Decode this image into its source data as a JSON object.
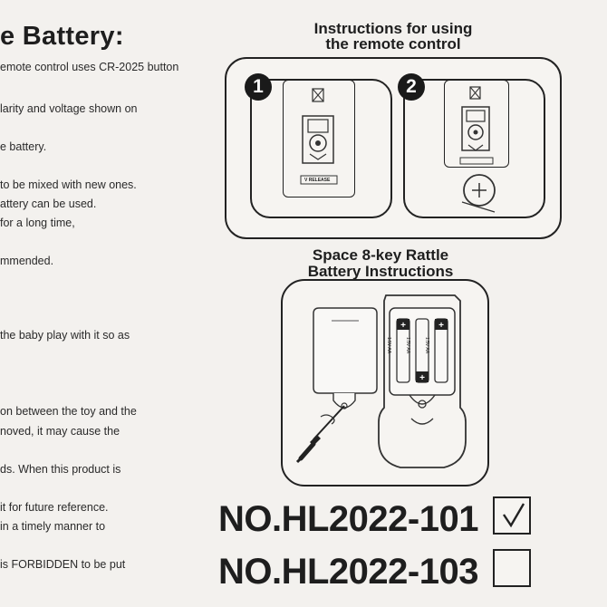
{
  "left": {
    "heading": "e Battery:",
    "lines": [
      "emote control uses CR-2025 button",
      "larity and voltage shown on",
      "e battery.",
      "to be mixed with new ones.",
      "attery can be used.",
      "for a long time,",
      "mmended.",
      "the baby play with it so as",
      "on between the toy and the",
      "noved, it may cause the",
      "ds. When this product is",
      "it for future reference.",
      "in a timely manner to",
      "is FORBIDDEN to be put"
    ]
  },
  "remote_section": {
    "title_line1": "Instructions for using",
    "title_line2": "the remote control",
    "step1": "1",
    "step2": "2",
    "release_label": "V RELEASE"
  },
  "rattle_section": {
    "title_line1": "Space 8-key Rattle",
    "title_line2": "Battery Instructions",
    "battery_text": "1.5V AA"
  },
  "models": [
    {
      "number": "NO.HL2022-101",
      "checked": true,
      "check_mark": "✓"
    },
    {
      "number": "NO.HL2022-103",
      "checked": false,
      "check_mark": ""
    }
  ]
}
